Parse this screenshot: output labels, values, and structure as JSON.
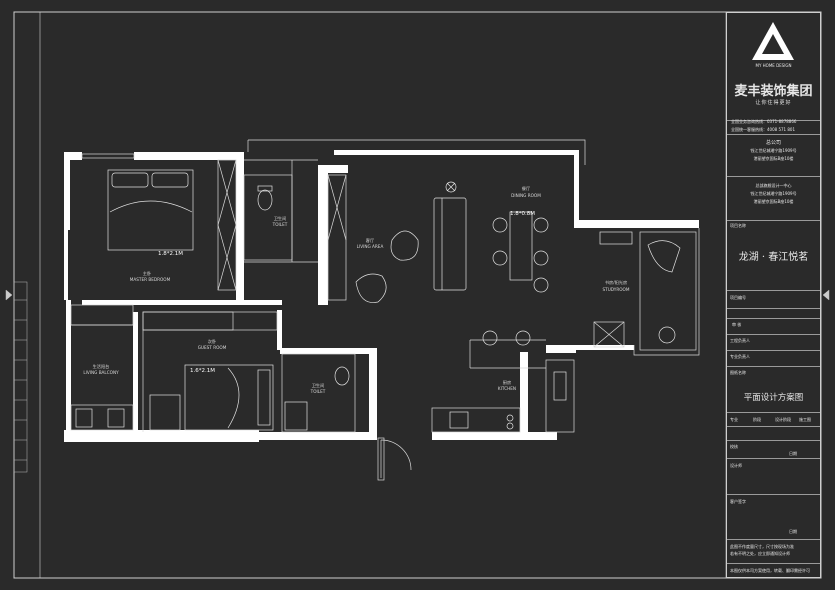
{
  "title_block": {
    "logo_text": "MY HOME DESIGN",
    "company": "麦丰装饰集团",
    "slogan": "让你住得更好",
    "hotline_local": "全国业务咨询热线：0371-8878866",
    "hotline_national": "全国统一客服热线：4008 571 801",
    "hq_label": "总公司",
    "hq_address_1": "钱江世纪城湘宁路1909号",
    "hq_address_2": "港丽望京国际B座10楼",
    "branch_label": "总部旗舰设计一中心",
    "branch_address_1": "钱江世纪城湘宁路1909号",
    "branch_address_2": "港丽望京国际B座10楼",
    "project_name_label": "项目名称",
    "project_name": "龙湖 · 春江悦茗",
    "project_no_label": "项目编号",
    "review_label": "审 核",
    "engineer_label": "工程负责人",
    "director_label": "专业负责人",
    "drawing_name_label": "图纸名称",
    "drawing_name": "平面设计方案图",
    "col_major": "专业",
    "col_stage": "阶段",
    "col_design_stage": "设计阶段",
    "col_construction": "施工图",
    "check_label": "校核",
    "date_label_1": "日期",
    "designer_label": "设计师",
    "client_sign_label": "客户签字",
    "date_label_2": "日期",
    "note_1": "此图不作度量尺寸，尺寸按现场为准",
    "note_2": "若有不明之处，应立即通知设计师",
    "note_3": "本图仅供本司方案使用，转载、翻印需经许可"
  },
  "rooms": {
    "master_bedroom": "MASTER BEDROOM",
    "master_bedroom_cn": "主卧",
    "bed_size_master": "1.8*2.1M",
    "guest_room": "GUEST ROOM",
    "guest_room_cn": "次卧",
    "bed_size_guest": "1.6*2.1M",
    "toilet_1": "TOILET",
    "toilet_1_cn": "卫生间",
    "toilet_2": "TOILET",
    "toilet_2_cn": "卫生间",
    "living_area": "LIVING AREA",
    "living_area_cn": "客厅",
    "dining_room": "DINING ROOM",
    "dining_room_cn": "餐厅",
    "table_size": "1.8*0.8M",
    "study_room": "STUDYROOM",
    "study_room_cn": "书房/阳光房",
    "living_balcony": "LIVING BALCONY",
    "living_balcony_cn": "生活阳台",
    "kitchen": "KITCHEN",
    "kitchen_cn": "厨房"
  },
  "colors": {
    "background": "#2a2a2a",
    "line": "#d9d9d9",
    "wall": "#ffffff"
  }
}
